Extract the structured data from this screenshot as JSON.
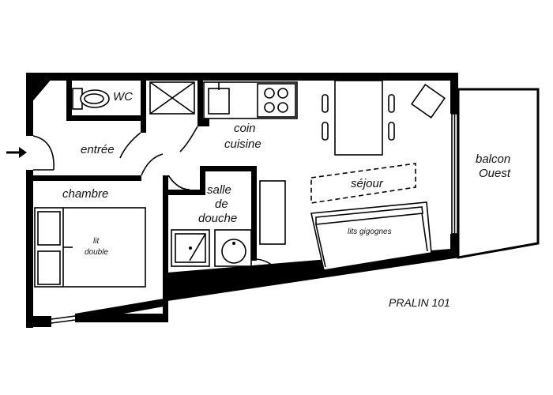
{
  "plan": {
    "name": "PRALIN 101",
    "rooms": {
      "wc": "WC",
      "entree": "entrée",
      "coin_cuisine_1": "coin",
      "coin_cuisine_2": "cuisine",
      "chambre": "chambre",
      "salle_1": "salle",
      "salle_2": "de",
      "salle_3": "douche",
      "sejour": "séjour",
      "balcon_1": "balcon",
      "balcon_2": "Ouest"
    },
    "furniture": {
      "lit_1": "lit",
      "lit_2": "double",
      "lits_gigognes": "lits gigognes"
    }
  }
}
